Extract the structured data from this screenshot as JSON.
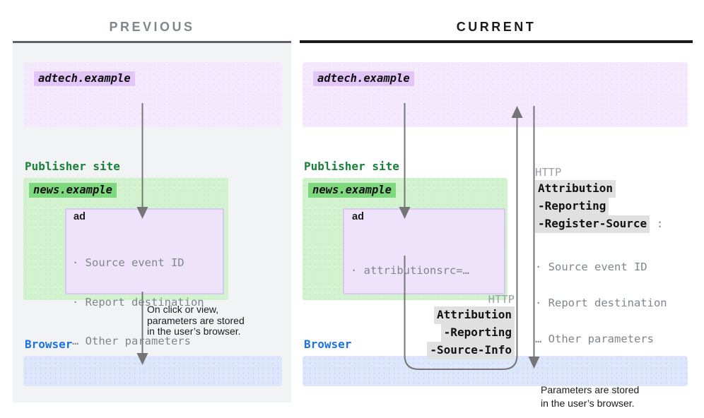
{
  "previous": {
    "title": "PREVIOUS",
    "adtech_domain": "adtech.example",
    "publisher_site_label": "Publisher site",
    "publisher_domain": "news.example",
    "ad_label": "ad",
    "ad_params": [
      "· Source event ID",
      "· Report destination",
      "… Other parameters"
    ],
    "caption_line_1": "On click or view,",
    "caption_line_2": "parameters are stored",
    "caption_line_3": "in the user’s browser.",
    "browser_label": "Browser"
  },
  "current": {
    "title": "CURRENT",
    "adtech_domain": "adtech.example",
    "publisher_site_label": "Publisher site",
    "publisher_domain": "news.example",
    "ad_label": "ad",
    "ad_params": [
      "· attributionsrc=…"
    ],
    "register_source_headers": {
      "protocol": "HTTP",
      "part_1": "Attribution",
      "part_2": "-Reporting",
      "part_3": "-Register-Source",
      "colon": ":",
      "params": [
        "· Source event ID",
        "· Report destination",
        "… Other parameters"
      ],
      "note_line_1": "Parameters are stored",
      "note_line_2": "in the user’s browser."
    },
    "source_info_headers": {
      "protocol": "HTTP",
      "part_1": "Attribution",
      "part_2": "-Reporting",
      "part_3": "-Source-Info"
    },
    "browser_label": "Browser"
  },
  "colors": {
    "panel_gray": "#f1f3f4",
    "adtech_box_purple": "#f4e9fd",
    "domain_highlight_purple": "#e2c6f8",
    "publisher_box_green": "#d2f2d0",
    "domain_highlight_green": "#7ed87d",
    "publisher_text_green": "#188038",
    "browser_box_blue": "#dce7fc",
    "browser_text_blue": "#1a73e8",
    "header_highlight_gray": "#e0e0e0",
    "muted_text_gray": "#80868b",
    "arrow_gray": "#757575",
    "previous_title_gray": "#80868b",
    "current_title_black": "#1b1b1b"
  }
}
